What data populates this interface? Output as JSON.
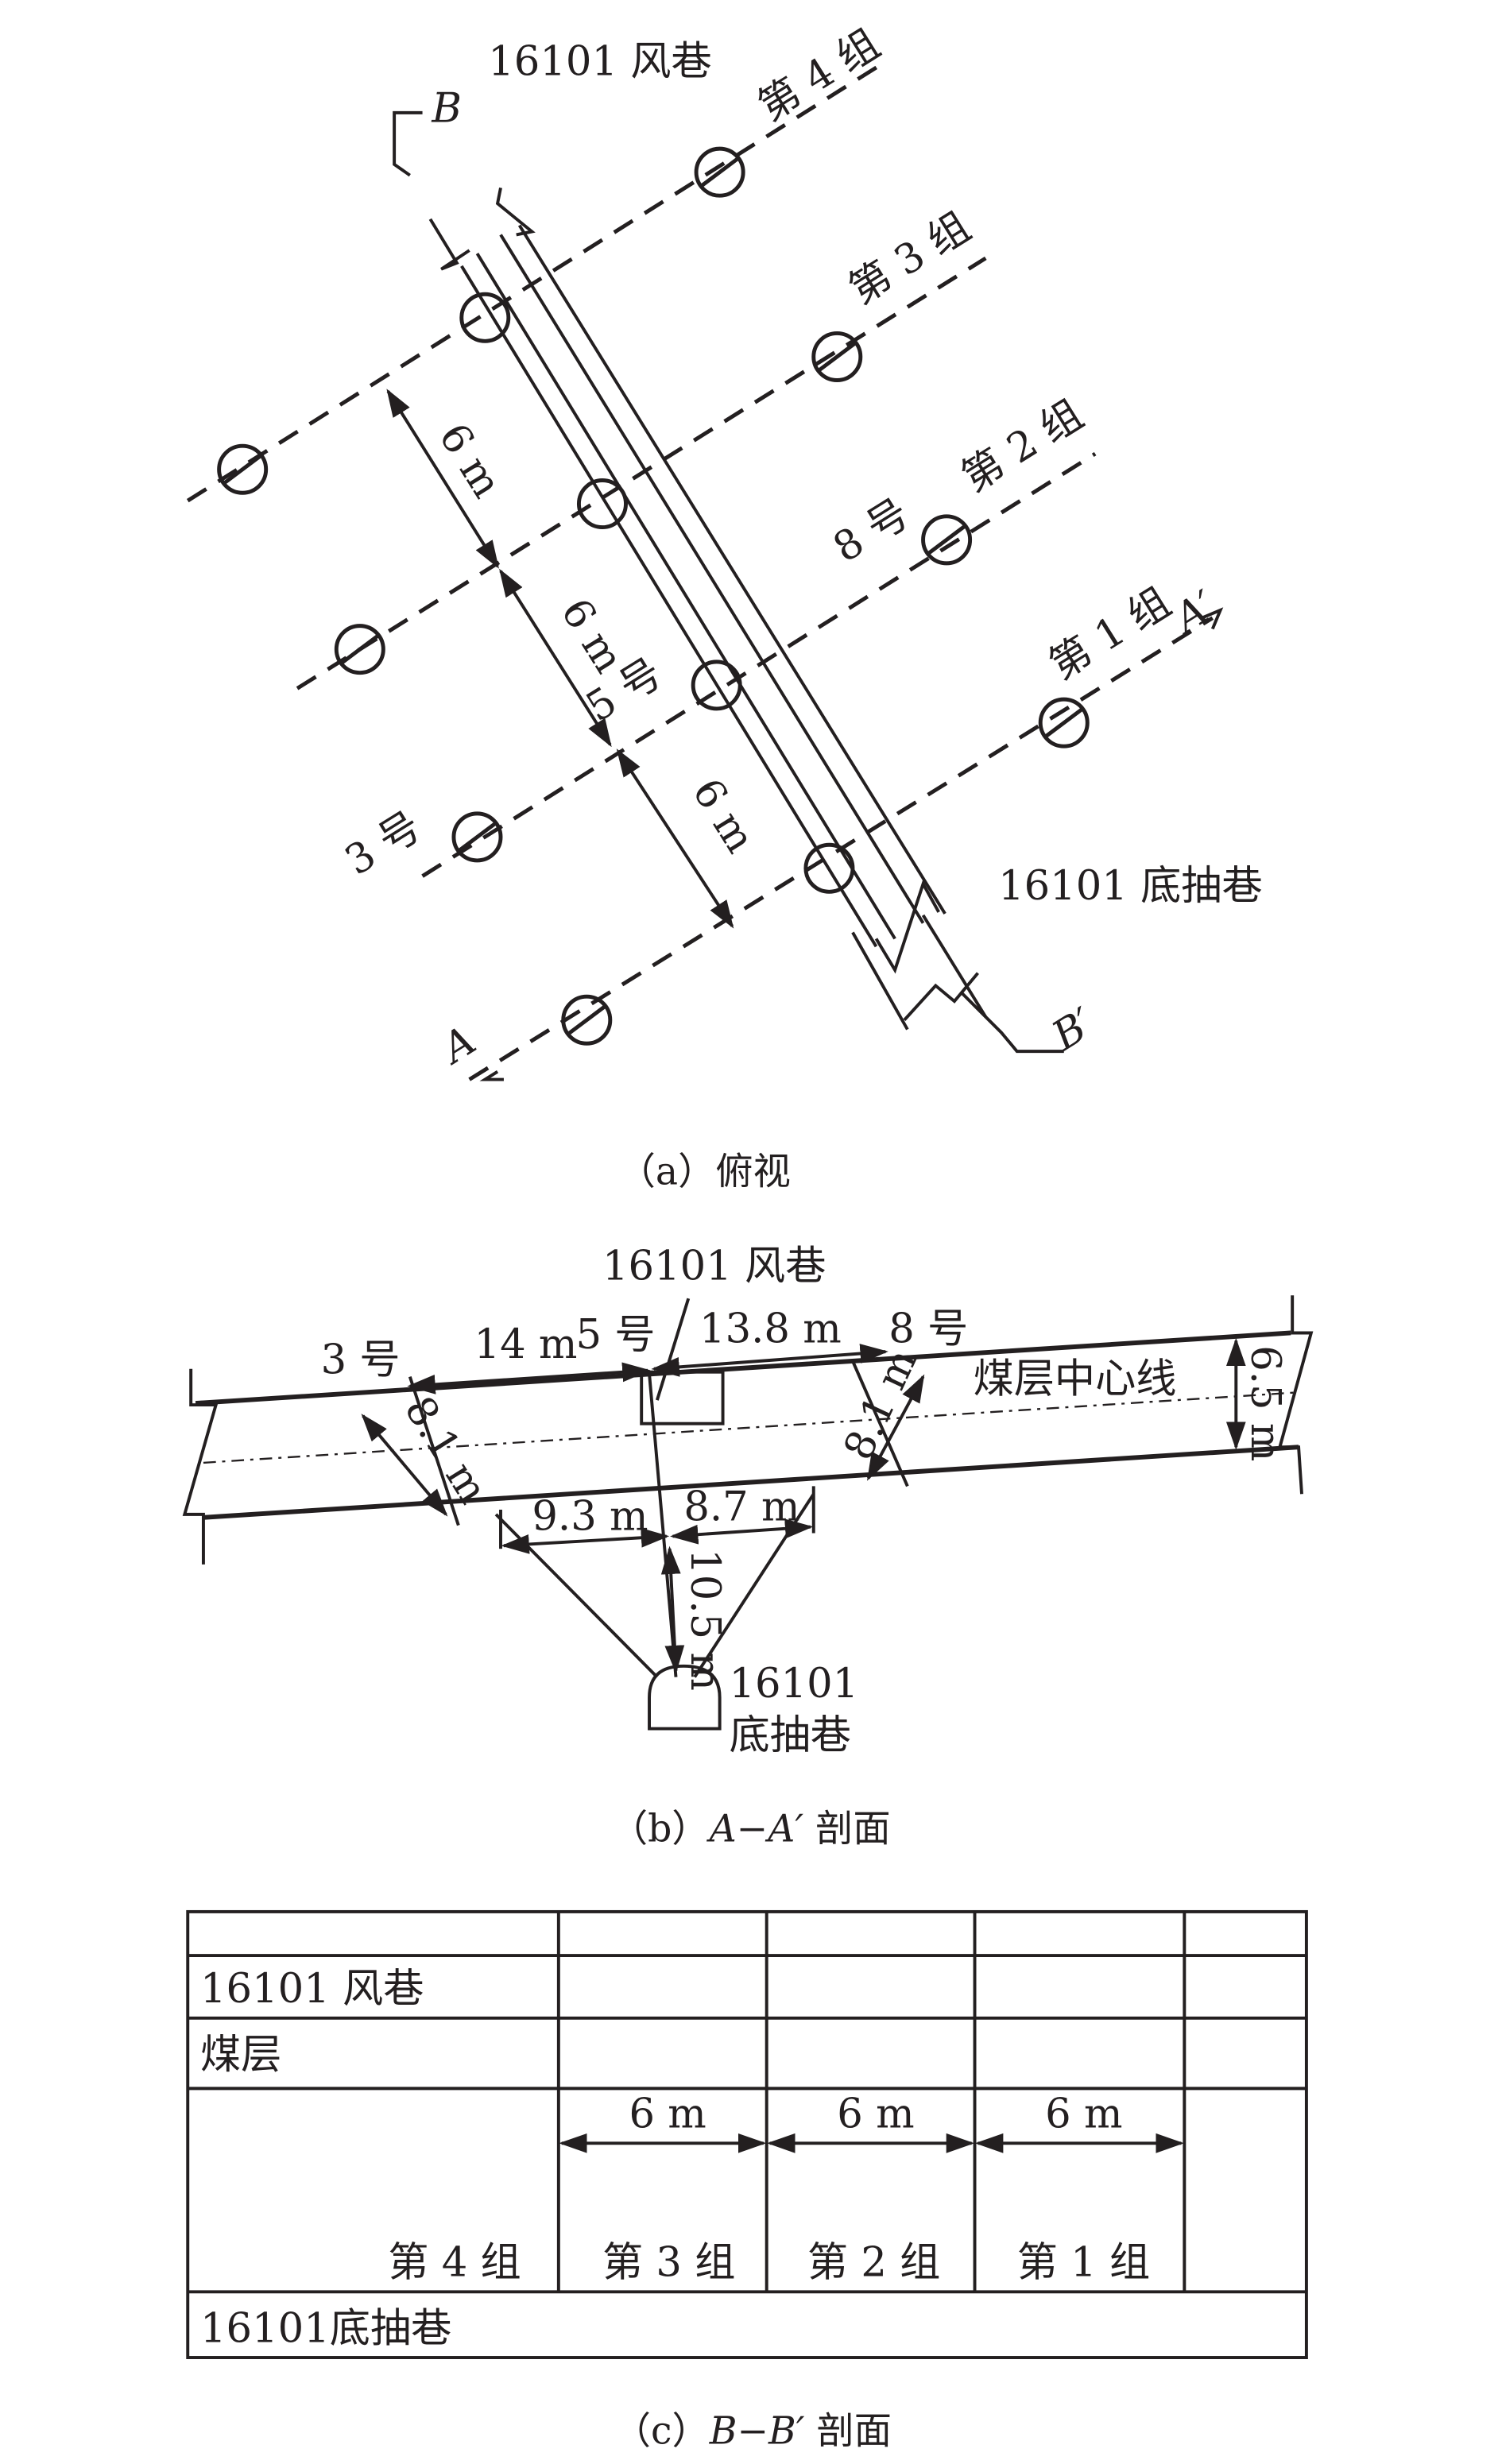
{
  "plan_view": {
    "caption": "（a）俯视",
    "airway_label": "16101 风巷",
    "bottom_roadway_label": "16101 底抽巷",
    "groups": [
      "第 4 组",
      "第 3 组",
      "第 2 组",
      "第 1 组"
    ],
    "holes": [
      "3 号",
      "5 号",
      "8 号"
    ],
    "spacing": [
      "6 m",
      "6 m",
      "6 m"
    ],
    "section_marks": {
      "a": "A",
      "a_prime": "A′",
      "b": "B",
      "b_prime": "B′"
    }
  },
  "section_aa": {
    "caption_prefix": "（b）",
    "caption_section": "A−A′",
    "caption_suffix": " 剖面",
    "airway_label": "16101 风巷",
    "holes": [
      "3 号",
      "5 号",
      "8 号"
    ],
    "dim_left_top": "14 m",
    "dim_right_top": "13.8 m",
    "seam_centerline": "煤层中心线",
    "seam_thickness": "6.5 m",
    "dim_left_perp": "8.1 m",
    "dim_right_perp": "8.1 m",
    "dim_left_bottom": "9.3 m",
    "dim_right_bottom": "8.7 m",
    "dim_vertical": "10.5 m",
    "roadway_label_1": "16101",
    "roadway_label_2": "底抽巷"
  },
  "section_bb": {
    "caption_prefix": "（c）",
    "caption_section": "B−B′",
    "caption_suffix": " 剖面",
    "rows": [
      "16101 风巷",
      "煤层",
      "16101底抽巷"
    ],
    "spacing": [
      "6 m",
      "6 m",
      "6 m"
    ],
    "groups": [
      "第 4 组",
      "第 3 组",
      "第 2 组",
      "第 1 组"
    ]
  }
}
